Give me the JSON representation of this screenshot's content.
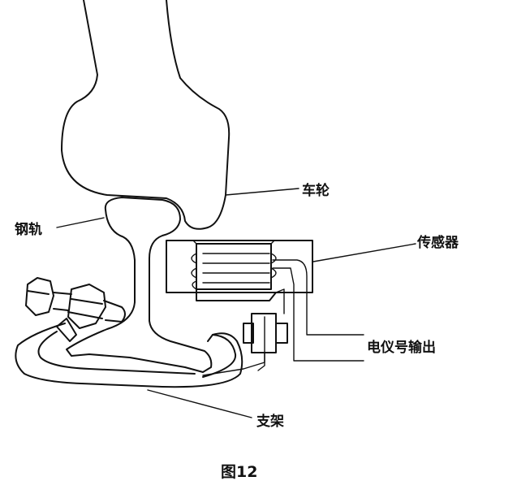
{
  "labels": {
    "wheel": "车轮",
    "rail": "钢轨",
    "sensor": "传感器",
    "output": "电仪号输出",
    "bracket": "支架"
  },
  "caption": "图12"
}
